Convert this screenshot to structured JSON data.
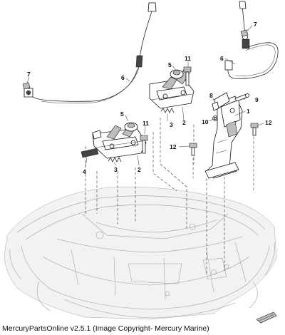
{
  "caption": "MercuryPartsOnline v2.5.1 (Image Copyright- Mercury Marine)",
  "callouts": {
    "c7_right": "7",
    "c6_right": "6",
    "c11_top": "11",
    "c5_top": "5",
    "c7_left": "7",
    "c6_left": "6",
    "c8": "8",
    "c9": "9",
    "c1": "1",
    "c10": "10",
    "c2_upper": "2",
    "c3_upper": "3",
    "c12_right": "12",
    "c5_lower": "5",
    "c11_lower": "11",
    "c12_left": "12",
    "c4": "4",
    "c3_lower": "3",
    "c2_lower": "2"
  }
}
